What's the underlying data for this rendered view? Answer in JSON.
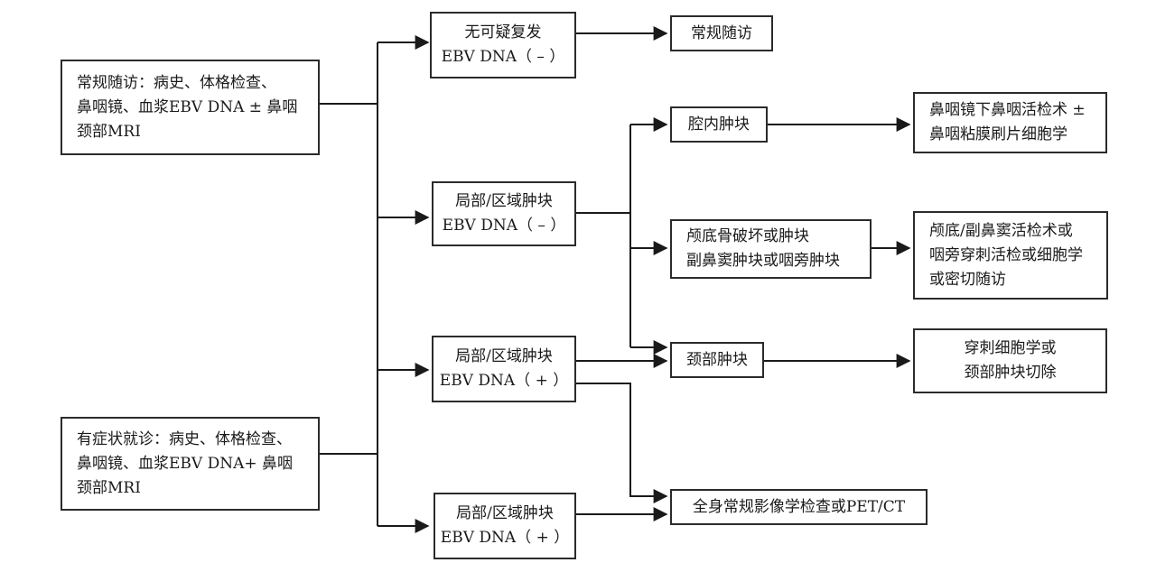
{
  "nodes": {
    "routine": {
      "lines": [
        "常规随访：病史、体格检查、",
        "鼻咽镜、血浆EBV DNA ± 鼻咽",
        "颈部MRI"
      ]
    },
    "symptomatic": {
      "lines": [
        "有症状就诊：病史、体格检查、",
        "鼻咽镜、血浆EBV DNA+ 鼻咽",
        "颈部MRI"
      ]
    },
    "no_recurrence": {
      "lines": [
        "无可疑复发",
        "EBV DNA（ – ）"
      ]
    },
    "local_neg": {
      "lines": [
        "局部/区域肿块",
        "EBV DNA（ – ）"
      ]
    },
    "local_pos_1": {
      "lines": [
        "局部/区域肿块",
        "EBV DNA（ + ）"
      ]
    },
    "local_pos_2": {
      "lines": [
        "局部/区域肿块",
        "EBV DNA（ + ）"
      ]
    },
    "routine_followup": {
      "lines": [
        "常规随访"
      ]
    },
    "cavity_mass": {
      "lines": [
        "腔内肿块"
      ]
    },
    "skull_base": {
      "lines": [
        "颅底骨破坏或肿块",
        "副鼻窦肿块或咽旁肿块"
      ]
    },
    "neck_mass": {
      "lines": [
        "颈部肿块"
      ]
    },
    "whole_body": {
      "lines": [
        "全身常规影像学检查或PET/CT"
      ]
    },
    "biopsy": {
      "lines": [
        "鼻咽镜下鼻咽活检术 ±",
        "鼻咽粘膜刷片细胞学"
      ]
    },
    "skull_biopsy": {
      "lines": [
        "颅底/副鼻窦活检术或",
        "咽旁穿刺活检或细胞学",
        "或密切随访"
      ]
    },
    "puncture": {
      "lines": [
        "穿刺细胞学或",
        "颈部肿块切除"
      ]
    }
  },
  "colors": {
    "line": "#1a1a1a",
    "border": "#2b2b2b",
    "background": "#ffffff"
  }
}
